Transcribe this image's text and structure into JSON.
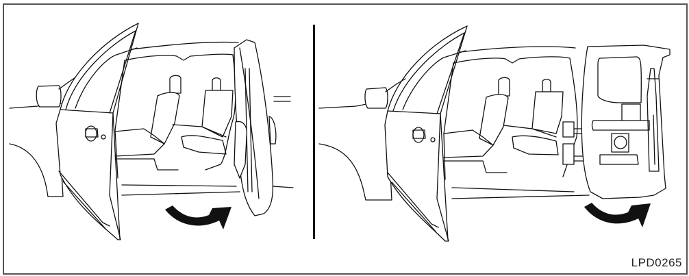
{
  "figure": {
    "id_label": "LPD0265",
    "panels": [
      {
        "name": "front-door-and-rear-door-opening",
        "description": "Front door open; rear access door shown swinging open with curved arrow"
      },
      {
        "name": "rear-access-door-fully-open",
        "description": "Front door open; rear access door fully open with curved arrow"
      }
    ],
    "colors": {
      "line": "#111111",
      "border": "#555555",
      "background": "#ffffff"
    }
  }
}
